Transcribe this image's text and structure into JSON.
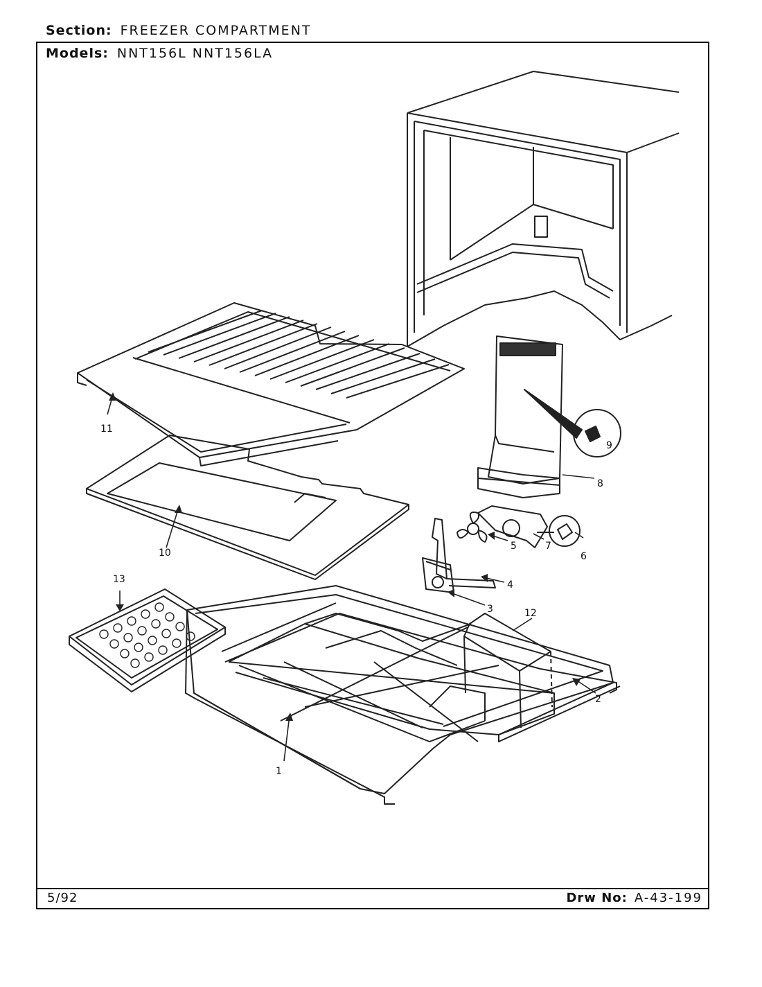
{
  "header": {
    "section_label": "Section:",
    "section_value": "FREEZER COMPARTMENT",
    "models_label": "Models:",
    "models_value": "NNT156L  NNT156LA"
  },
  "footer": {
    "date": "5/92",
    "drawing_label": "Drw No:",
    "drawing_number": "A-43-199"
  },
  "callouts": [
    "1",
    "2",
    "3",
    "4",
    "5",
    "6",
    "7",
    "8",
    "9",
    "10",
    "11",
    "12",
    "13"
  ]
}
